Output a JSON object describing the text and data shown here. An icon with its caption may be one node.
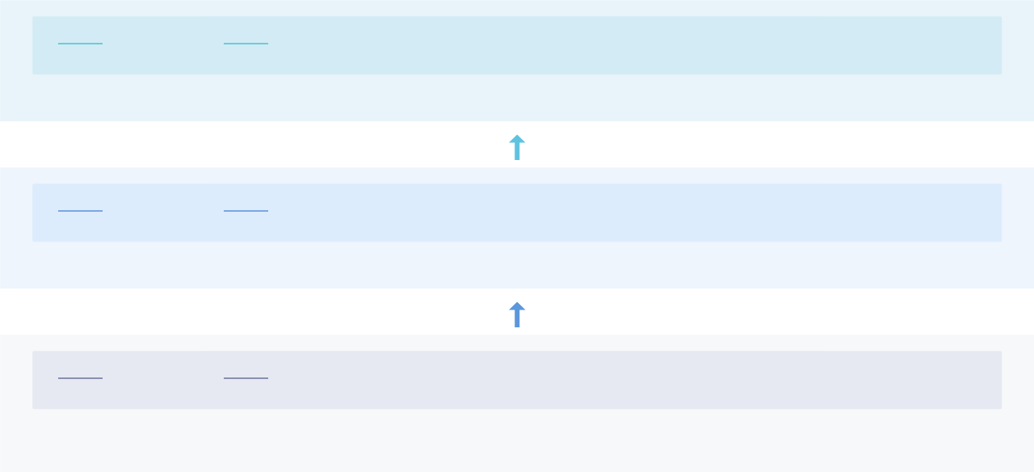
{
  "diagram": {
    "nodes": [
      {
        "text": [],
        "shape": "band"
      },
      {
        "text": [],
        "shape": "box",
        "in": 0
      },
      {
        "text": [],
        "shape": "band"
      },
      {
        "text": [],
        "shape": "box",
        "in": 2
      },
      {
        "text": [],
        "shape": "band"
      },
      {
        "text": [],
        "shape": "box",
        "in": 4
      }
    ],
    "edges": [
      {
        "from": 2,
        "to": 0,
        "arrow": "to",
        "color": "#5fc3e0"
      },
      {
        "from": 4,
        "to": 2,
        "arrow": "to",
        "color": "#5b97dc"
      }
    ]
  }
}
